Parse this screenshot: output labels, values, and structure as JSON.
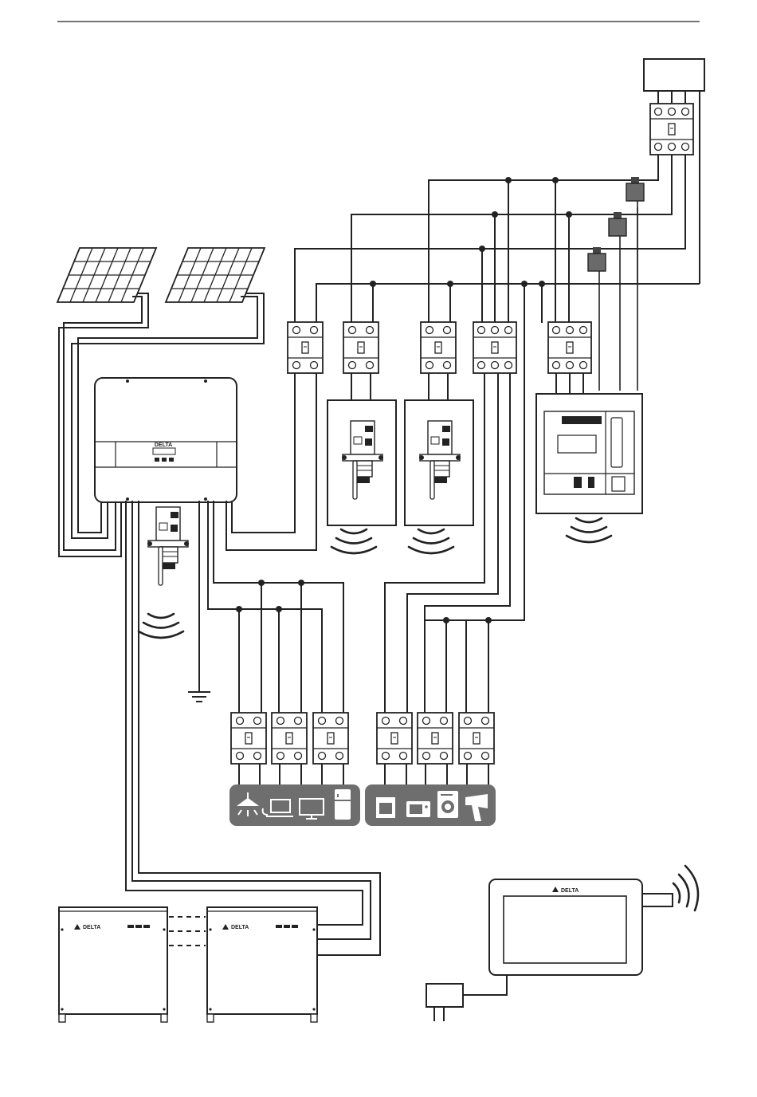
{
  "brand": {
    "name": "DELTA"
  },
  "diagram": {
    "components": [
      {
        "id": "grid-supply",
        "icon": "grid-box-icon"
      },
      {
        "id": "main-breaker-3p",
        "icon": "breaker-icon"
      },
      {
        "id": "current-transformers",
        "count": 3,
        "icon": "ct-clamp-icon"
      },
      {
        "id": "solar-panels",
        "count": 2,
        "icon": "solar-panel-icon"
      },
      {
        "id": "hybrid-inverter",
        "icon": "inverter-icon"
      },
      {
        "id": "wireless-modules",
        "count": 3,
        "icon": "wifi-module-icon"
      },
      {
        "id": "energy-meter",
        "icon": "meter-icon"
      },
      {
        "id": "battery-units",
        "count": 2,
        "icon": "battery-cabinet-icon"
      },
      {
        "id": "display-panel",
        "icon": "monitor-icon"
      },
      {
        "id": "power-adapter",
        "icon": "plug-icon"
      }
    ],
    "backup_loads": [
      "ceiling-lamp-icon",
      "laptop-icon",
      "tv-icon",
      "fridge-icon"
    ],
    "normal_loads": [
      "microwave-icon",
      "oven-icon",
      "washing-machine-icon",
      "hair-dryer-icon"
    ],
    "colors": {
      "line": "#222222",
      "load_panel": "#6e6e6e",
      "ct": "#555555"
    }
  }
}
